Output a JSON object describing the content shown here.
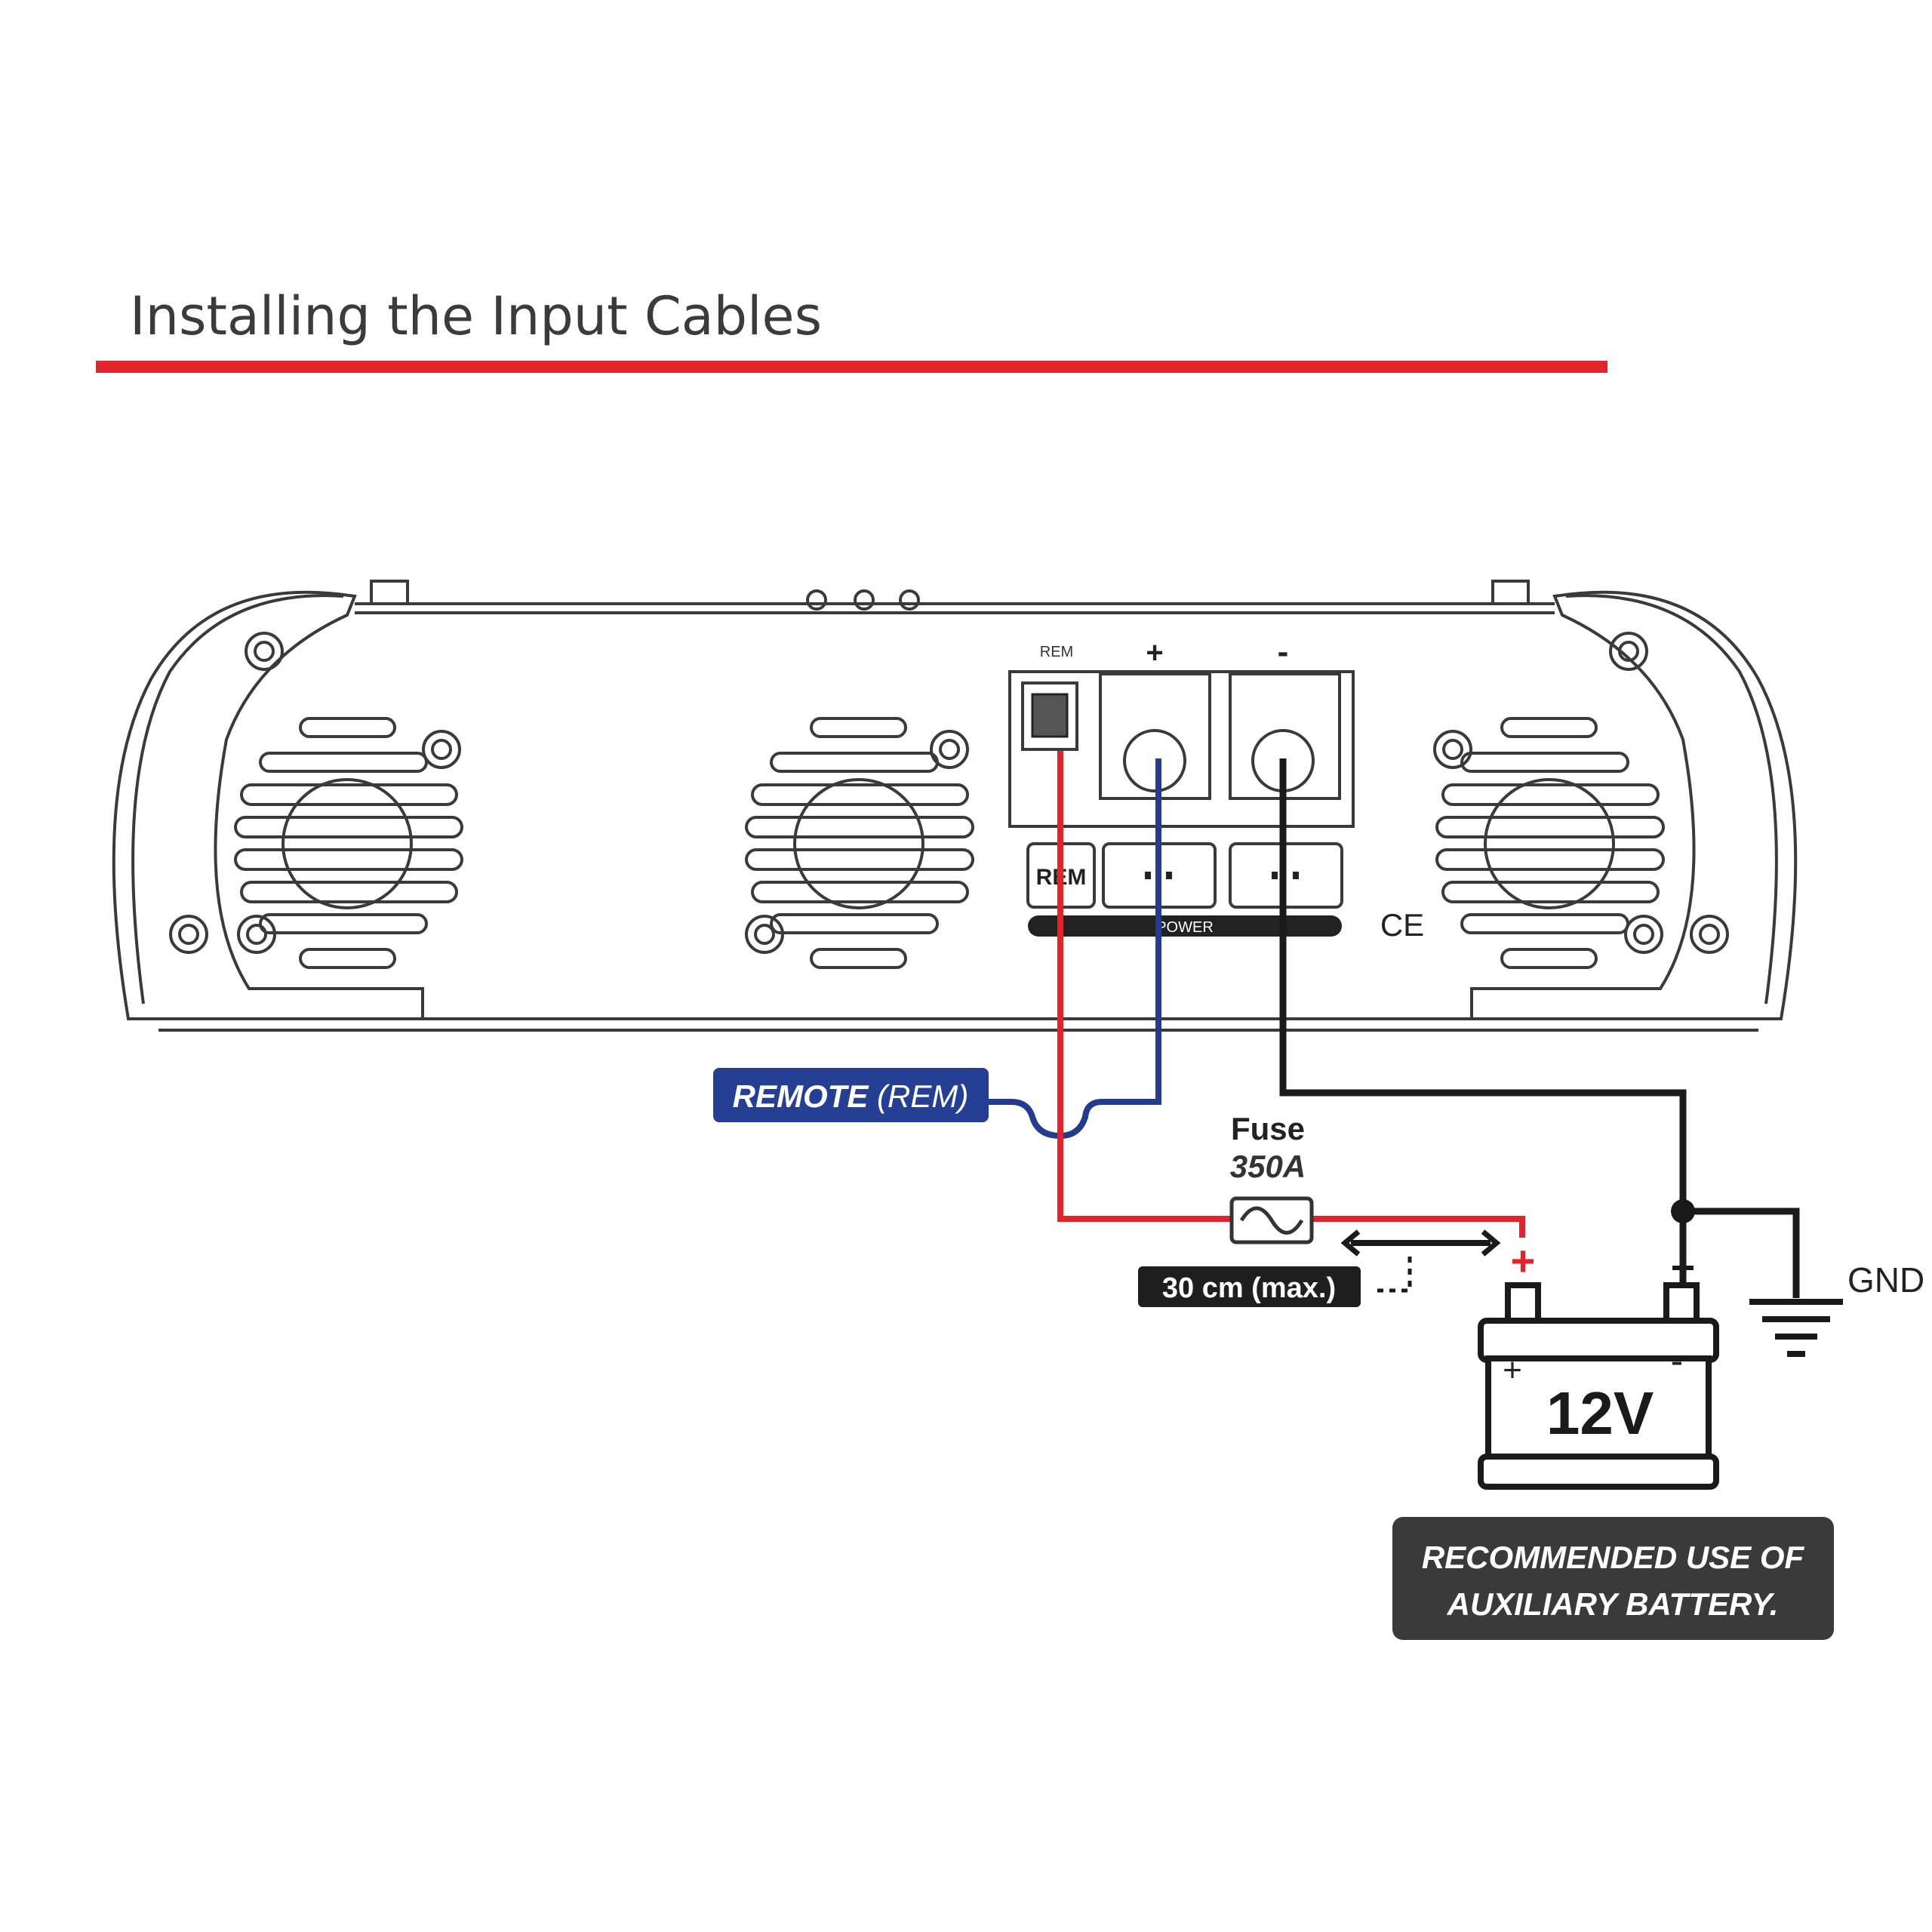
{
  "title": "Installing the Input Cables",
  "colors": {
    "title_rule": "#e3222b",
    "positive_wire": "#e3222b",
    "remote_wire": "#243c8f",
    "ground_wire": "#1a1a1a",
    "remote_badge": "#253f95",
    "dark_badge": "#1f1f1f",
    "note_box": "#3a3a3a"
  },
  "amplifier": {
    "terminal_labels": {
      "rem": "REM",
      "plus": "+",
      "minus": "-",
      "rem_block": "REM",
      "power": "POWER"
    },
    "ce_mark": "CE"
  },
  "labels": {
    "remote_bold": "REMOTE",
    "remote_paren": "(REM)",
    "fuse": "Fuse",
    "fuse_rating": "350A",
    "distance": "30 cm (max.)",
    "battery_plus": "+",
    "battery_terminal_plus": "+",
    "battery_terminal_minus": "-",
    "battery_voltage": "12V",
    "gnd": "GND",
    "note_line1": "RECOMMENDED USE OF",
    "note_line2": "AUXILIARY BATTERY."
  },
  "icons": [
    "screw-icon",
    "fan-grille-icon",
    "fuse-icon",
    "ground-symbol-icon",
    "battery-icon"
  ]
}
